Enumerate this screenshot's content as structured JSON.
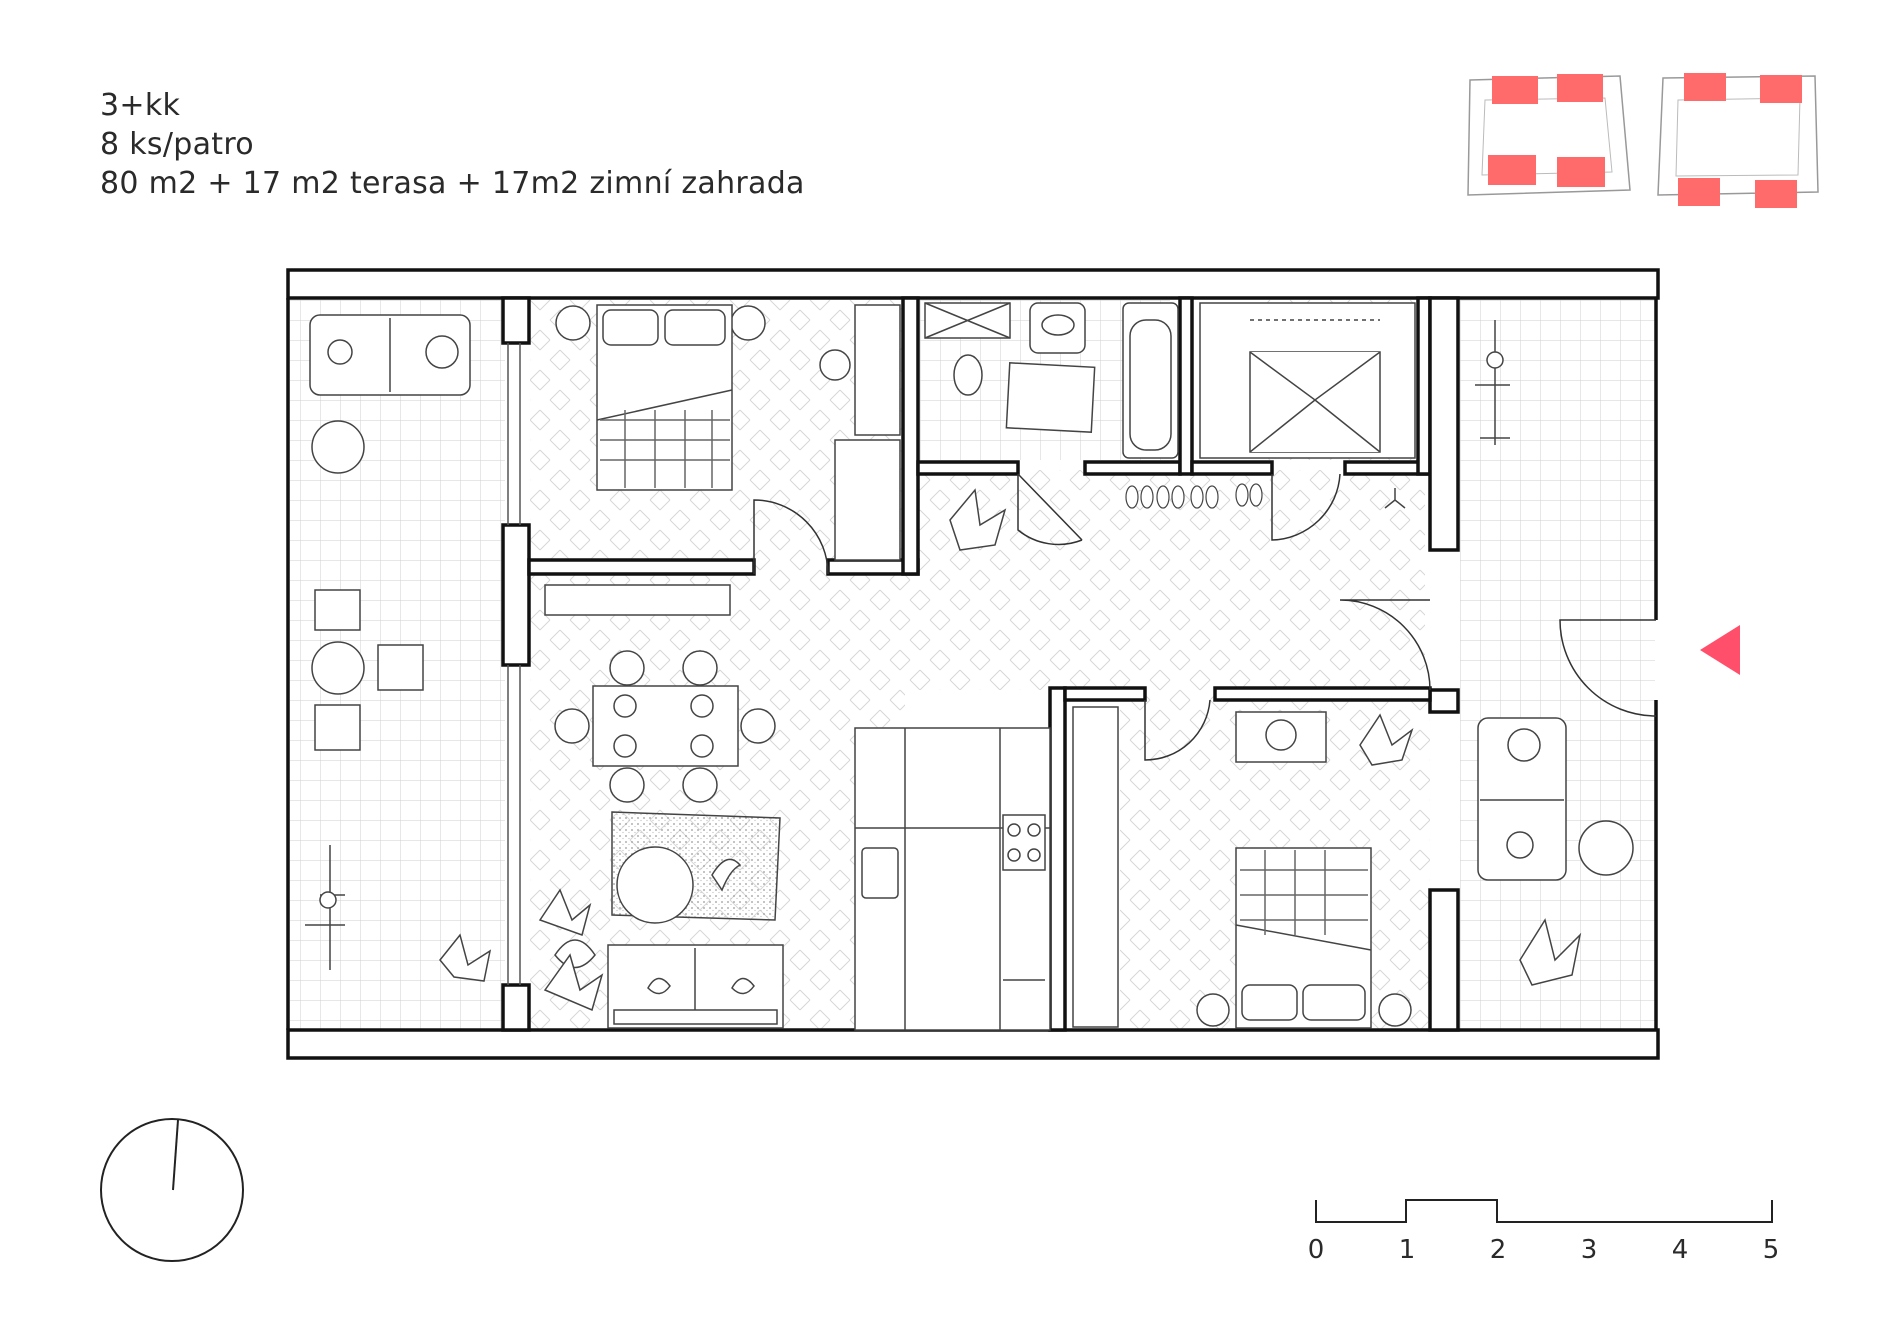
{
  "header": {
    "line1": "3+kk",
    "line2": "8 ks/patro",
    "line3": "80 m2 + 17 m2 terasa + 17m2 zimní zahrada"
  },
  "scale_bar": {
    "labels": [
      "0",
      "1",
      "2",
      "3",
      "4",
      "5"
    ]
  },
  "colors": {
    "accent": "#ff4f6b",
    "key_plan_units": "#ff6b6b",
    "wall": "#111111",
    "line": "#555555",
    "grid": "#c9c9c9"
  },
  "icons": {
    "entrance_marker": "triangle-left",
    "north_arrow": "north-arrow-circle"
  }
}
